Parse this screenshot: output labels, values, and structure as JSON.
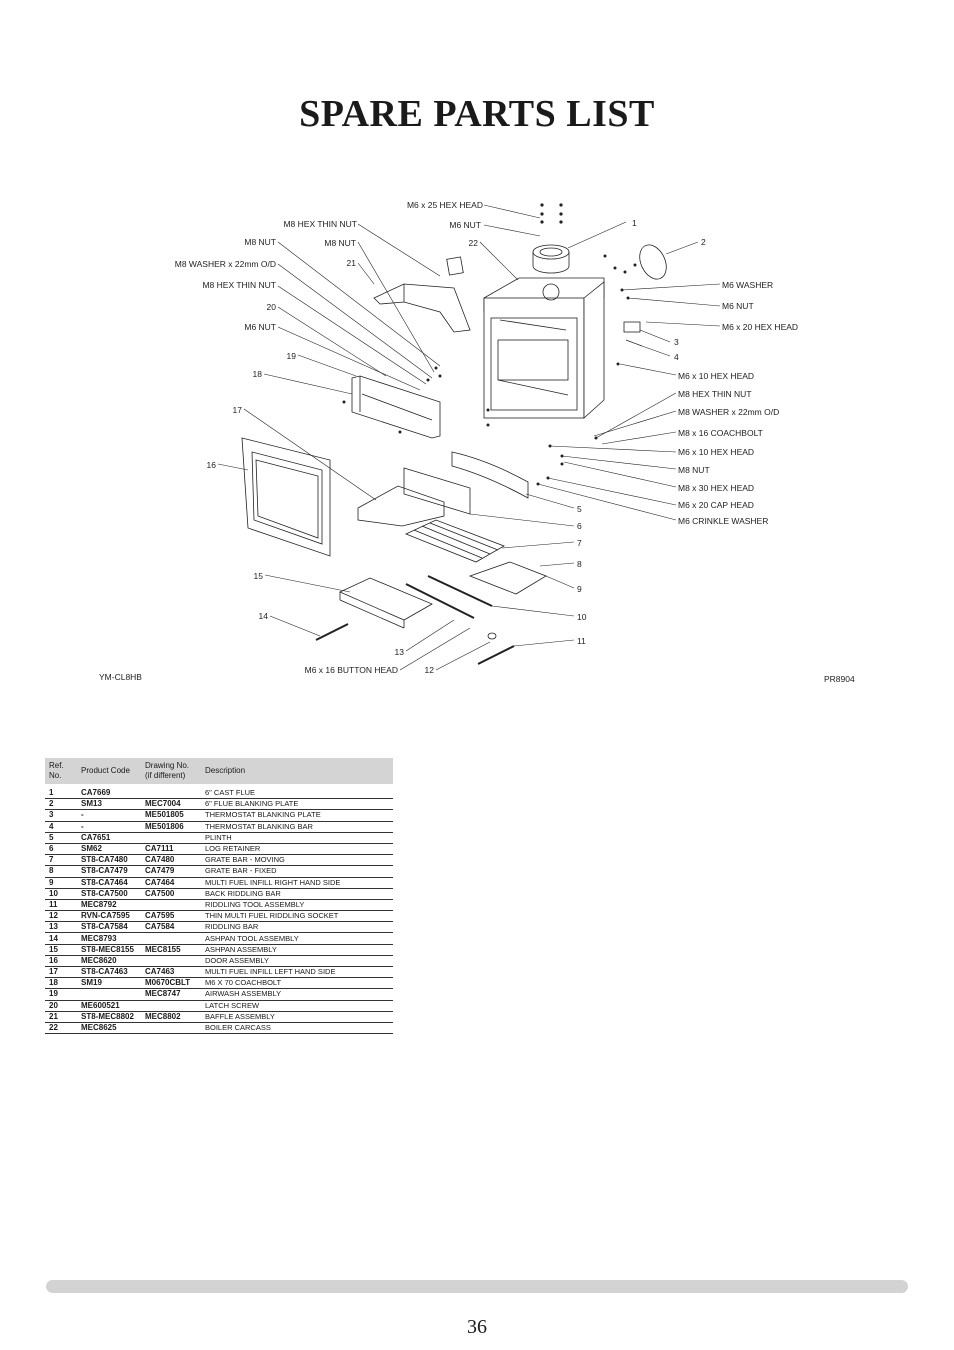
{
  "title": "SPARE PARTS LIST",
  "diagram": {
    "model_code": "YM-CL8HB",
    "drawing_ref": "PR8904",
    "callouts": {
      "m6x25_hex_head": "M6 x 25 HEX HEAD",
      "m6_nut_top": "M6 NUT",
      "n22": "22",
      "n1": "1",
      "m8_hex_thin_nut_top": "M8 HEX THIN NUT",
      "m8_nut_a": "M8 NUT",
      "m8_nut_b": "M8 NUT",
      "n21": "21",
      "m8_washer_left": "M8 WASHER x 22mm O/D",
      "m8_hex_thin_nut_left": "M8 HEX THIN NUT",
      "n20": "20",
      "m6_nut_left": "M6 NUT",
      "n19": "19",
      "n18": "18",
      "n17": "17",
      "n16": "16",
      "n15": "15",
      "n14": "14",
      "n13": "13",
      "m6x16_button_head": "M6 x 16 BUTTON HEAD",
      "n12": "12",
      "n2": "2",
      "m6_washer": "M6 WASHER",
      "m6_nut_right": "M6 NUT",
      "m6x20_hex_head": "M6 x 20 HEX HEAD",
      "n3": "3",
      "n4": "4",
      "m6x10_hex_head_a": "M6 x 10 HEX HEAD",
      "m8_hex_thin_nut_right": "M8 HEX THIN NUT",
      "m8_washer_right": "M8 WASHER x 22mm O/D",
      "m8x16_coachbolt": "M8 x 16 COACHBOLT",
      "m6x10_hex_head_b": "M6 x 10 HEX HEAD",
      "m8_nut_right": "M8 NUT",
      "m8x30_hex_head": "M8 x 30 HEX HEAD",
      "m6x20_cap_head": "M6 x 20 CAP HEAD",
      "m6_crinkle_washer": "M6 CRINKLE WASHER",
      "n5": "5",
      "n6": "6",
      "n7": "7",
      "n8": "8",
      "n9": "9",
      "n10": "10",
      "n11": "11"
    }
  },
  "table": {
    "headers": {
      "ref": "Ref. No.",
      "product_code": "Product Code",
      "drawing_no": "Drawing No. (if different)",
      "description": "Description"
    },
    "rows": [
      {
        "ref": "1",
        "code": "CA7669",
        "drawing": "",
        "desc": "6\" CAST FLUE"
      },
      {
        "ref": "2",
        "code": "SM13",
        "drawing": "MEC7004",
        "desc": "6\" FLUE BLANKING PLATE"
      },
      {
        "ref": "3",
        "code": "-",
        "drawing": "ME501805",
        "desc": "THERMOSTAT BLANKING PLATE"
      },
      {
        "ref": "4",
        "code": "-",
        "drawing": "ME501806",
        "desc": "THERMOSTAT BLANKING BAR"
      },
      {
        "ref": "5",
        "code": "CA7651",
        "drawing": "",
        "desc": "PLINTH"
      },
      {
        "ref": "6",
        "code": "SM62",
        "drawing": "CA7111",
        "desc": "LOG RETAINER"
      },
      {
        "ref": "7",
        "code": "ST8-CA7480",
        "drawing": "CA7480",
        "desc": "GRATE BAR - MOVING"
      },
      {
        "ref": "8",
        "code": "ST8-CA7479",
        "drawing": "CA7479",
        "desc": "GRATE BAR - FIXED"
      },
      {
        "ref": "9",
        "code": "ST8-CA7464",
        "drawing": "CA7464",
        "desc": "MULTI FUEL INFILL RIGHT HAND SIDE"
      },
      {
        "ref": "10",
        "code": "ST8-CA7500",
        "drawing": "CA7500",
        "desc": "BACK RIDDLING BAR"
      },
      {
        "ref": "11",
        "code": "MEC8792",
        "drawing": "",
        "desc": "RIDDLING TOOL ASSEMBLY"
      },
      {
        "ref": "12",
        "code": "RVN-CA7595",
        "drawing": "CA7595",
        "desc": "THIN MULTI FUEL RIDDLING SOCKET"
      },
      {
        "ref": "13",
        "code": "ST8-CA7584",
        "drawing": "CA7584",
        "desc": "RIDDLING BAR"
      },
      {
        "ref": "14",
        "code": "MEC8793",
        "drawing": "",
        "desc": "ASHPAN TOOL ASSEMBLY"
      },
      {
        "ref": "15",
        "code": "ST8-MEC8155",
        "drawing": "MEC8155",
        "desc": "ASHPAN ASSEMBLY"
      },
      {
        "ref": "16",
        "code": "MEC8620",
        "drawing": "",
        "desc": "DOOR ASSEMBLY"
      },
      {
        "ref": "17",
        "code": "ST8-CA7463",
        "drawing": "CA7463",
        "desc": "MULTI FUEL INFILL LEFT HAND SIDE"
      },
      {
        "ref": "18",
        "code": "SM19",
        "drawing": "M0670CBLT",
        "desc": "M6 X 70 COACHBOLT"
      },
      {
        "ref": "19",
        "code": "",
        "drawing": "MEC8747",
        "desc": "AIRWASH ASSEMBLY"
      },
      {
        "ref": "20",
        "code": "ME600521",
        "drawing": "",
        "desc": "LATCH SCREW"
      },
      {
        "ref": "21",
        "code": "ST8-MEC8802",
        "drawing": "MEC8802",
        "desc": "BAFFLE ASSEMBLY"
      },
      {
        "ref": "22",
        "code": "MEC8625",
        "drawing": "",
        "desc": "BOILER CARCASS"
      }
    ]
  },
  "page_number": "36"
}
